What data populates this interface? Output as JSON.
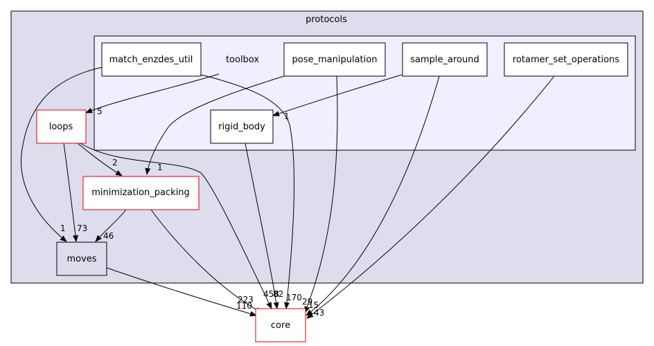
{
  "diagram": {
    "clusters": {
      "protocols": "protocols",
      "toolbox": "toolbox"
    },
    "nodes": {
      "match_enzdes_util": "match_enzdes_util",
      "pose_manipulation": "pose_manipulation",
      "sample_around": "sample_around",
      "rotamer_set_operations": "rotamer_set_operations",
      "rigid_body": "rigid_body",
      "loops": "loops",
      "minimization_packing": "minimization_packing",
      "moves": "moves",
      "core": "core"
    },
    "edges": [
      {
        "from": "toolbox",
        "to": "loops",
        "label": "5"
      },
      {
        "from": "sample_around",
        "to": "rigid_body",
        "label": "1"
      },
      {
        "from": "match_enzdes_util",
        "to": "core",
        "label": "170"
      },
      {
        "from": "pose_manipulation",
        "to": "minimization_packing",
        "label": "1"
      },
      {
        "from": "match_enzdes_util",
        "to": "moves",
        "label": "1"
      },
      {
        "from": "loops",
        "to": "minimization_packing",
        "label": "2"
      },
      {
        "from": "loops",
        "to": "moves",
        "label": "73"
      },
      {
        "from": "minimization_packing",
        "to": "moves",
        "label": "46"
      },
      {
        "from": "loops",
        "to": "core",
        "label": "458"
      },
      {
        "from": "minimization_packing",
        "to": "core",
        "label": "223"
      },
      {
        "from": "moves",
        "to": "core",
        "label": "110"
      },
      {
        "from": "rigid_body",
        "to": "core",
        "label": "82"
      },
      {
        "from": "pose_manipulation",
        "to": "core",
        "label": "29"
      },
      {
        "from": "sample_around",
        "to": "core",
        "label": "15"
      },
      {
        "from": "rotamer_set_operations",
        "to": "core",
        "label": "43"
      }
    ]
  },
  "colors": {
    "cluster_outer": "#dddded",
    "cluster_inner": "#efefff",
    "red_border": "#e00000",
    "gray_node": "#dcdcec"
  }
}
